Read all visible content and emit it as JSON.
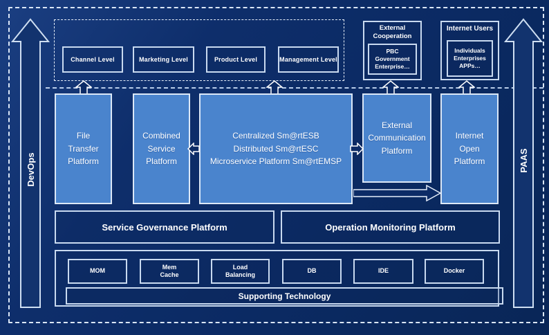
{
  "diagram": {
    "rails": {
      "left_label": "DevOps",
      "right_label": "PAAS"
    },
    "levels_row": {
      "items": [
        {
          "label": "Channel Level"
        },
        {
          "label": "Marketing Level"
        },
        {
          "label": "Product Level"
        },
        {
          "label": "Management Level"
        }
      ]
    },
    "external_cooperation": {
      "title": "External\nCooperation",
      "body": "PBC Government\nEnterprise…"
    },
    "internet_users": {
      "title": "Internet Users",
      "body": "Individuals\nEnterprises\nAPPs…"
    },
    "platforms": {
      "file_transfer": "File\nTransfer\nPlatform",
      "combined_service": "Combined\nService\nPlatform",
      "esb": "Centralized Sm@rtESB\nDistributed Sm@rtESC\nMicroservice Platform Sm@rtEMSP",
      "external_communication": "External\nCommunication\nPlatform",
      "internet_open": "Internet\nOpen\nPlatform"
    },
    "governance": {
      "left": "Service Governance Platform",
      "right": "Operation Monitoring Platform"
    },
    "supporting": {
      "tech_items": [
        {
          "label": "MOM"
        },
        {
          "label": "Mem\nCache"
        },
        {
          "label": "Load\nBalancing"
        },
        {
          "label": "DB"
        },
        {
          "label": "IDE"
        },
        {
          "label": "Docker"
        }
      ],
      "bar_label": "Supporting Technology"
    },
    "colors": {
      "background": "#0b2a63",
      "platform_blue": "#4a84cd",
      "border_light": "#c9daf0",
      "text": "#ffffff"
    }
  }
}
